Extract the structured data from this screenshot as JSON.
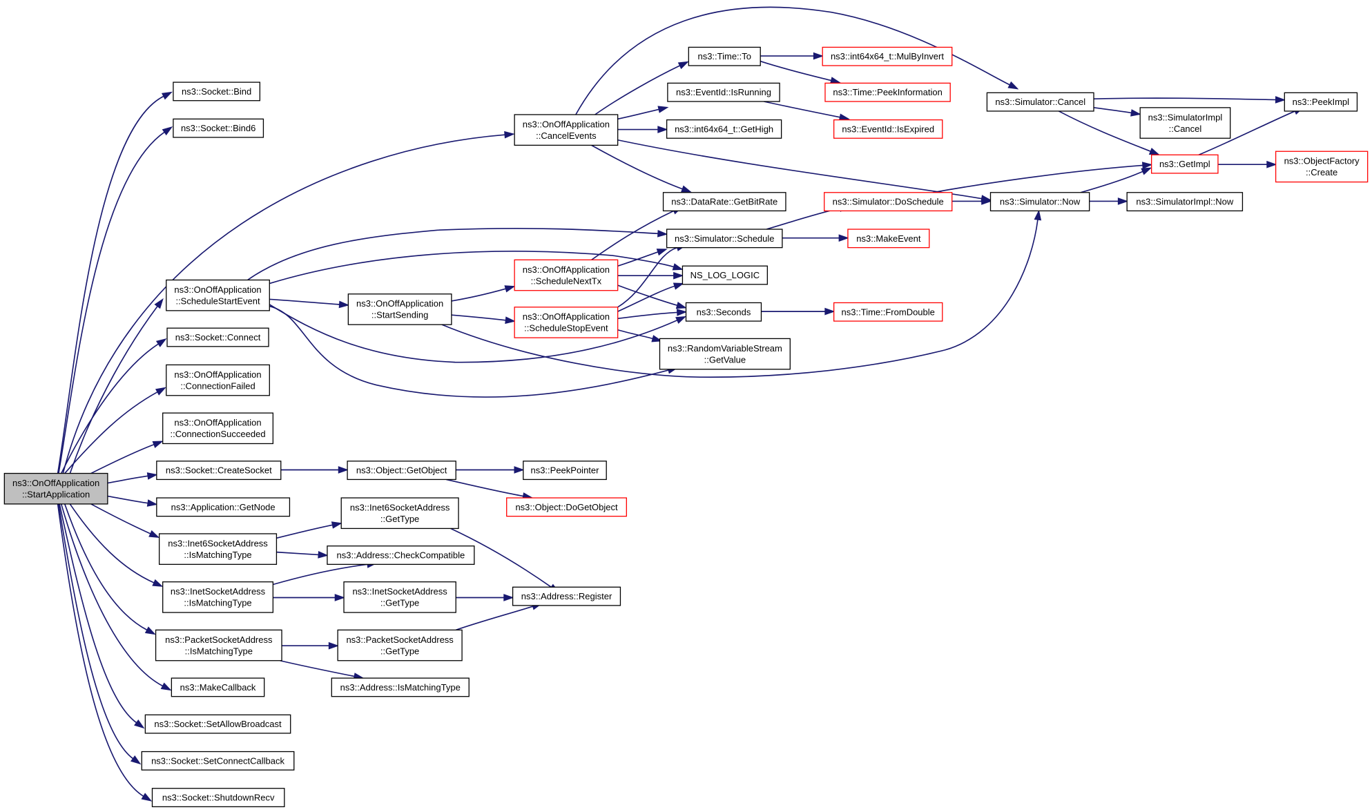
{
  "graph": {
    "colors": {
      "edge": "#191970",
      "truncated_border": "#ff0000",
      "normal_border": "#000000",
      "root_fill": "#bfbfbf"
    },
    "nodes": [
      {
        "id": "start",
        "lines": [
          "ns3::OnOffApplication",
          "::StartApplication"
        ],
        "style": "root"
      },
      {
        "id": "bind",
        "lines": [
          "ns3::Socket::Bind"
        ]
      },
      {
        "id": "bind6",
        "lines": [
          "ns3::Socket::Bind6"
        ]
      },
      {
        "id": "cancelEvents",
        "lines": [
          "ns3::OnOffApplication",
          "::CancelEvents"
        ]
      },
      {
        "id": "timeTo",
        "lines": [
          "ns3::Time::To"
        ]
      },
      {
        "id": "mulByInvert",
        "lines": [
          "ns3::int64x64_t::MulByInvert"
        ],
        "style": "red"
      },
      {
        "id": "peekInfo",
        "lines": [
          "ns3::Time::PeekInformation"
        ],
        "style": "red"
      },
      {
        "id": "isRunning",
        "lines": [
          "ns3::EventId::IsRunning"
        ]
      },
      {
        "id": "isExpired",
        "lines": [
          "ns3::EventId::IsExpired"
        ],
        "style": "red"
      },
      {
        "id": "getHigh",
        "lines": [
          "ns3::int64x64_t::GetHigh"
        ]
      },
      {
        "id": "simCancel",
        "lines": [
          "ns3::Simulator::Cancel"
        ]
      },
      {
        "id": "peekImpl",
        "lines": [
          "ns3::PeekImpl"
        ]
      },
      {
        "id": "simImplCancel",
        "lines": [
          "ns3::SimulatorImpl",
          "::Cancel"
        ]
      },
      {
        "id": "getImpl",
        "lines": [
          "ns3::GetImpl"
        ],
        "style": "red"
      },
      {
        "id": "objFactory",
        "lines": [
          "ns3::ObjectFactory",
          "::Create"
        ],
        "style": "red"
      },
      {
        "id": "getBitRate",
        "lines": [
          "ns3::DataRate::GetBitRate"
        ]
      },
      {
        "id": "doSchedule",
        "lines": [
          "ns3::Simulator::DoSchedule"
        ],
        "style": "red"
      },
      {
        "id": "simNow",
        "lines": [
          "ns3::Simulator::Now"
        ]
      },
      {
        "id": "simImplNow",
        "lines": [
          "ns3::SimulatorImpl::Now"
        ]
      },
      {
        "id": "simSchedule",
        "lines": [
          "ns3::Simulator::Schedule"
        ]
      },
      {
        "id": "makeEvent",
        "lines": [
          "ns3::MakeEvent"
        ],
        "style": "red"
      },
      {
        "id": "scheduleStart",
        "lines": [
          "ns3::OnOffApplication",
          "::ScheduleStartEvent"
        ]
      },
      {
        "id": "scheduleNext",
        "lines": [
          "ns3::OnOffApplication",
          "::ScheduleNextTx"
        ],
        "style": "red"
      },
      {
        "id": "nsLog",
        "lines": [
          "NS_LOG_LOGIC"
        ]
      },
      {
        "id": "startSending",
        "lines": [
          "ns3::OnOffApplication",
          "::StartSending"
        ]
      },
      {
        "id": "scheduleStop",
        "lines": [
          "ns3::OnOffApplication",
          "::ScheduleStopEvent"
        ],
        "style": "red"
      },
      {
        "id": "seconds",
        "lines": [
          "ns3::Seconds"
        ]
      },
      {
        "id": "fromDouble",
        "lines": [
          "ns3::Time::FromDouble"
        ],
        "style": "red"
      },
      {
        "id": "rvsGetValue",
        "lines": [
          "ns3::RandomVariableStream",
          "::GetValue"
        ]
      },
      {
        "id": "sockConnect",
        "lines": [
          "ns3::Socket::Connect"
        ]
      },
      {
        "id": "connFailed",
        "lines": [
          "ns3::OnOffApplication",
          "::ConnectionFailed"
        ]
      },
      {
        "id": "connSucceeded",
        "lines": [
          "ns3::OnOffApplication",
          "::ConnectionSucceeded"
        ]
      },
      {
        "id": "createSocket",
        "lines": [
          "ns3::Socket::CreateSocket"
        ]
      },
      {
        "id": "getObject",
        "lines": [
          "ns3::Object::GetObject"
        ]
      },
      {
        "id": "peekPointer",
        "lines": [
          "ns3::PeekPointer"
        ]
      },
      {
        "id": "doGetObject",
        "lines": [
          "ns3::Object::DoGetObject"
        ],
        "style": "red"
      },
      {
        "id": "appGetNode",
        "lines": [
          "ns3::Application::GetNode"
        ]
      },
      {
        "id": "inet6Match",
        "lines": [
          "ns3::Inet6SocketAddress",
          "::IsMatchingType"
        ]
      },
      {
        "id": "inet6GetType",
        "lines": [
          "ns3::Inet6SocketAddress",
          "::GetType"
        ]
      },
      {
        "id": "checkCompat",
        "lines": [
          "ns3::Address::CheckCompatible"
        ]
      },
      {
        "id": "inetMatch",
        "lines": [
          "ns3::InetSocketAddress",
          "::IsMatchingType"
        ]
      },
      {
        "id": "inetGetType",
        "lines": [
          "ns3::InetSocketAddress",
          "::GetType"
        ]
      },
      {
        "id": "addrRegister",
        "lines": [
          "ns3::Address::Register"
        ]
      },
      {
        "id": "packetMatch",
        "lines": [
          "ns3::PacketSocketAddress",
          "::IsMatchingType"
        ]
      },
      {
        "id": "packetGetType",
        "lines": [
          "ns3::PacketSocketAddress",
          "::GetType"
        ]
      },
      {
        "id": "addrMatch",
        "lines": [
          "ns3::Address::IsMatchingType"
        ]
      },
      {
        "id": "makeCallback",
        "lines": [
          "ns3::MakeCallback"
        ]
      },
      {
        "id": "allowBroadcast",
        "lines": [
          "ns3::Socket::SetAllowBroadcast"
        ]
      },
      {
        "id": "connectCallback",
        "lines": [
          "ns3::Socket::SetConnectCallback"
        ]
      },
      {
        "id": "shutdownRecv",
        "lines": [
          "ns3::Socket::ShutdownRecv"
        ]
      }
    ],
    "edges": [
      [
        "start",
        "bind"
      ],
      [
        "start",
        "bind6"
      ],
      [
        "start",
        "cancelEvents"
      ],
      [
        "start",
        "scheduleStart"
      ],
      [
        "start",
        "sockConnect"
      ],
      [
        "start",
        "connFailed"
      ],
      [
        "start",
        "connSucceeded"
      ],
      [
        "start",
        "createSocket"
      ],
      [
        "start",
        "appGetNode"
      ],
      [
        "start",
        "inet6Match"
      ],
      [
        "start",
        "inetMatch"
      ],
      [
        "start",
        "packetMatch"
      ],
      [
        "start",
        "makeCallback"
      ],
      [
        "start",
        "allowBroadcast"
      ],
      [
        "start",
        "connectCallback"
      ],
      [
        "start",
        "shutdownRecv"
      ],
      [
        "cancelEvents",
        "timeTo"
      ],
      [
        "cancelEvents",
        "isRunning"
      ],
      [
        "cancelEvents",
        "getHigh"
      ],
      [
        "cancelEvents",
        "simCancel"
      ],
      [
        "cancelEvents",
        "getBitRate"
      ],
      [
        "cancelEvents",
        "simNow"
      ],
      [
        "timeTo",
        "mulByInvert"
      ],
      [
        "timeTo",
        "peekInfo"
      ],
      [
        "isRunning",
        "isExpired"
      ],
      [
        "simCancel",
        "peekImpl"
      ],
      [
        "simCancel",
        "simImplCancel"
      ],
      [
        "simCancel",
        "getImpl"
      ],
      [
        "getImpl",
        "peekImpl"
      ],
      [
        "getImpl",
        "objFactory"
      ],
      [
        "doSchedule",
        "getImpl"
      ],
      [
        "doSchedule",
        "simNow"
      ],
      [
        "simNow",
        "getImpl"
      ],
      [
        "simNow",
        "simImplNow"
      ],
      [
        "simSchedule",
        "doSchedule"
      ],
      [
        "simSchedule",
        "makeEvent"
      ],
      [
        "scheduleStart",
        "simSchedule"
      ],
      [
        "scheduleStart",
        "nsLog"
      ],
      [
        "scheduleStart",
        "startSending"
      ],
      [
        "scheduleStart",
        "seconds"
      ],
      [
        "scheduleStart",
        "rvsGetValue"
      ],
      [
        "startSending",
        "scheduleNext"
      ],
      [
        "startSending",
        "scheduleStop"
      ],
      [
        "startSending",
        "simNow"
      ],
      [
        "scheduleNext",
        "getBitRate"
      ],
      [
        "scheduleNext",
        "simSchedule"
      ],
      [
        "scheduleNext",
        "nsLog"
      ],
      [
        "scheduleNext",
        "seconds"
      ],
      [
        "scheduleStop",
        "simSchedule"
      ],
      [
        "scheduleStop",
        "nsLog"
      ],
      [
        "scheduleStop",
        "seconds"
      ],
      [
        "scheduleStop",
        "rvsGetValue"
      ],
      [
        "seconds",
        "fromDouble"
      ],
      [
        "createSocket",
        "getObject"
      ],
      [
        "getObject",
        "peekPointer"
      ],
      [
        "getObject",
        "doGetObject"
      ],
      [
        "inet6Match",
        "inet6GetType"
      ],
      [
        "inet6Match",
        "checkCompat"
      ],
      [
        "inet6GetType",
        "addrRegister"
      ],
      [
        "inetMatch",
        "checkCompat"
      ],
      [
        "inetMatch",
        "inetGetType"
      ],
      [
        "inetGetType",
        "addrRegister"
      ],
      [
        "packetMatch",
        "packetGetType"
      ],
      [
        "packetMatch",
        "addrMatch"
      ],
      [
        "packetGetType",
        "addrRegister"
      ]
    ]
  }
}
